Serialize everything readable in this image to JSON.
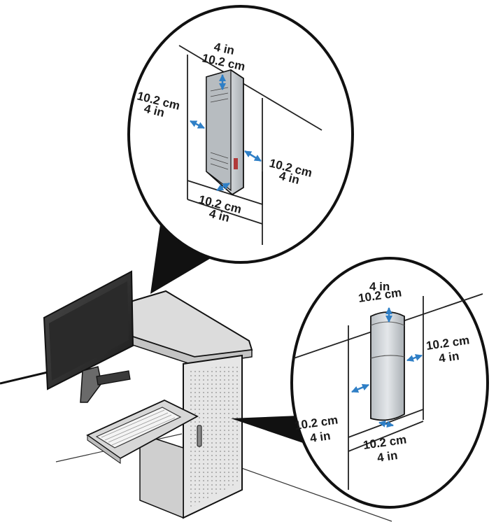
{
  "top_callout": {
    "top_gap": {
      "imperial": "4 in",
      "metric": "10.2 cm"
    },
    "left_gap": {
      "metric": "10.2 cm",
      "imperial": "4 in"
    },
    "right_gap": {
      "metric": "10.2 cm",
      "imperial": "4 in"
    },
    "bottom_gap": {
      "metric": "10.2 cm",
      "imperial": "4 in"
    }
  },
  "bottom_callout": {
    "top_gap": {
      "imperial": "4 in",
      "metric": "10.2 cm"
    },
    "right_gap": {
      "metric": "10.2 cm",
      "imperial": "4 in"
    },
    "left_gap": {
      "metric": "10.2 cm",
      "imperial": "4 in"
    },
    "bottom_gap": {
      "metric": "10.2 cm",
      "imperial": "4 in"
    }
  },
  "colors": {
    "outline": "#111111",
    "arrow": "#2f7fc6",
    "desk_top": "#dcdcdc",
    "cabinet": "#e6e6e6",
    "tower": "#cfd4d8"
  }
}
